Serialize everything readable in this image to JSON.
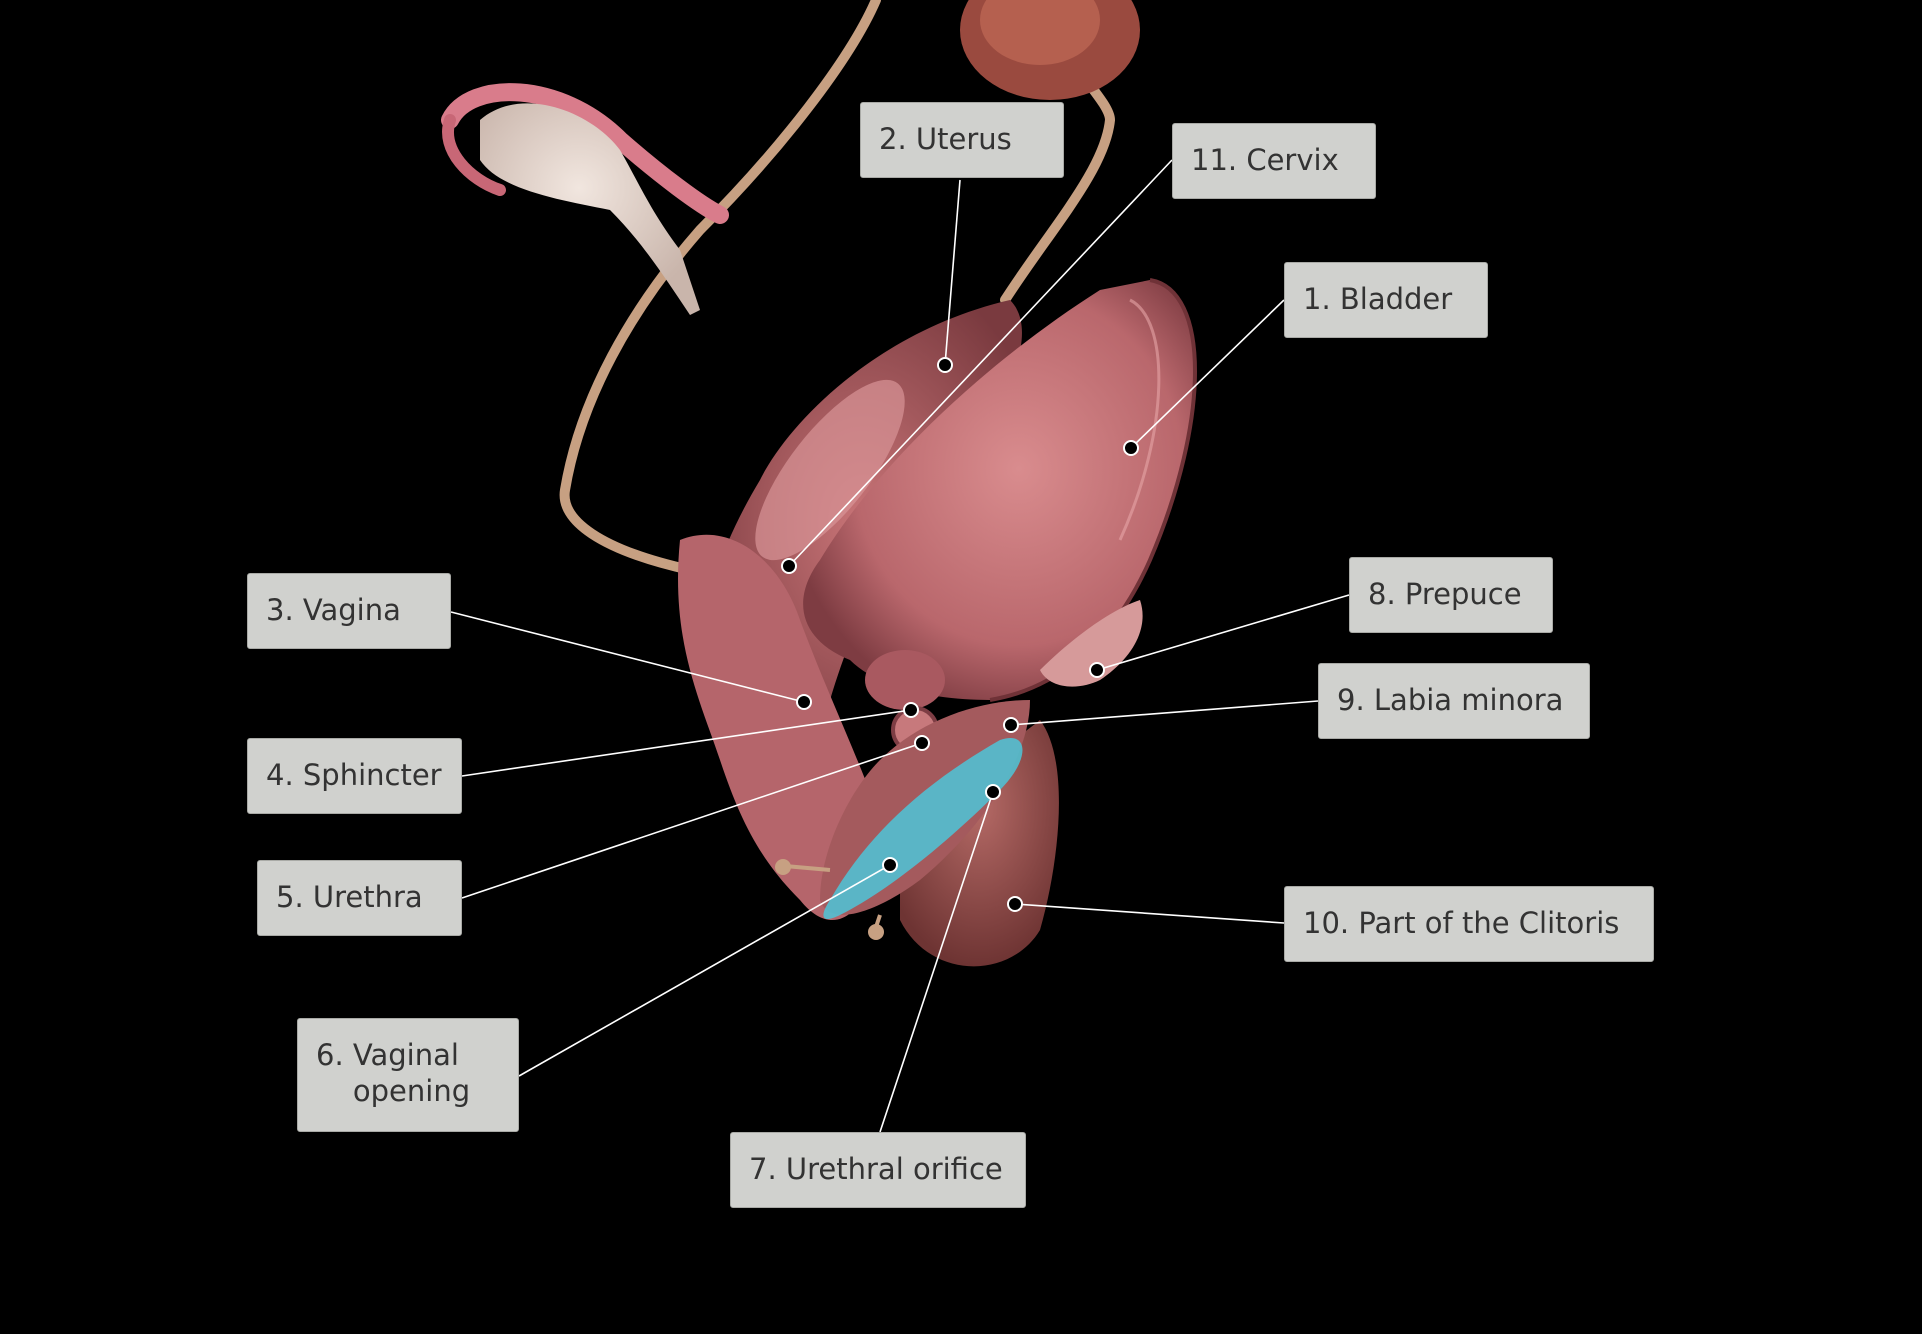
{
  "image": {
    "background": "#000000",
    "colors": {
      "tissue": "#b7646a",
      "tissue_dark": "#7a3a3f",
      "tissue_light": "#d9868c",
      "tube": "#c8a283",
      "ovary": "#e6d6cc",
      "fallopian": "#d97c8b",
      "vaginal_opening": "#4ec5d8",
      "leader_line": "#ffffff",
      "marker": "#000000",
      "label_bg": "#d0d1ce",
      "label_text": "#333333"
    }
  },
  "labels": [
    {
      "id": "bladder",
      "number": "1.",
      "text": "Bladder"
    },
    {
      "id": "uterus",
      "number": "2.",
      "text": "Uterus"
    },
    {
      "id": "vagina",
      "number": "3.",
      "text": "Vagina"
    },
    {
      "id": "sphincter",
      "number": "4.",
      "text": "Sphincter"
    },
    {
      "id": "urethra",
      "number": "5.",
      "text": "Urethra"
    },
    {
      "id": "vaginal-opening",
      "number": "6.",
      "text": "Vaginal opening"
    },
    {
      "id": "urethral-orifice",
      "number": "7.",
      "text": "Urethral orifice"
    },
    {
      "id": "prepuce",
      "number": "8.",
      "text": "Prepuce"
    },
    {
      "id": "labia-minora",
      "number": "9.",
      "text": "Labia minora"
    },
    {
      "id": "clitoris-part",
      "number": "10.",
      "text": "Part of the Clitoris"
    },
    {
      "id": "cervix",
      "number": "11.",
      "text": "Cervix"
    }
  ]
}
